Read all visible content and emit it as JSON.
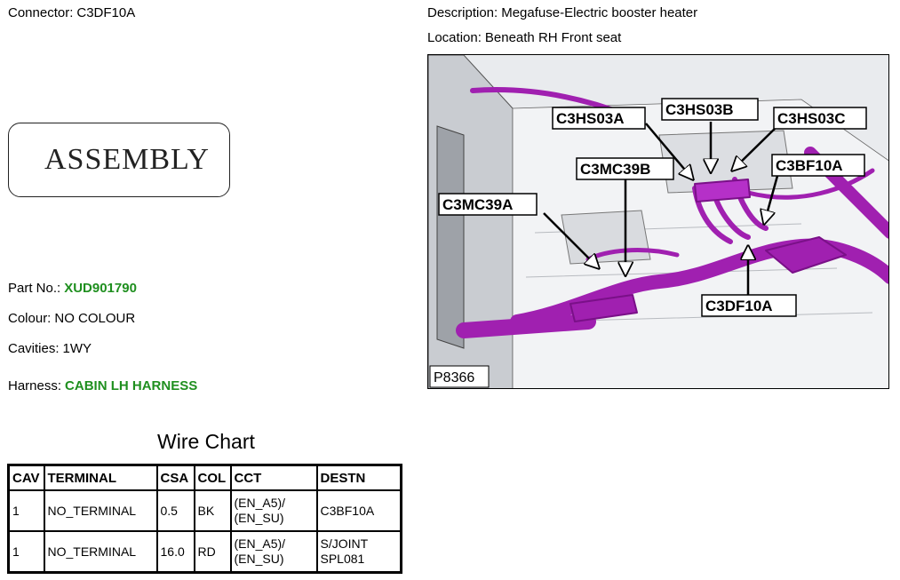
{
  "connector": {
    "label": "Connector:",
    "value": "C3DF10A"
  },
  "description": {
    "label": "Description:",
    "value": "Megafuse-Electric booster heater"
  },
  "location": {
    "label": "Location:",
    "value": "Beneath RH Front seat"
  },
  "assembly_stamp": "ASSEMBLY",
  "part_no": {
    "label": "Part No.:",
    "value": "XUD901790"
  },
  "colour": {
    "label": "Colour:",
    "value": "NO COLOUR"
  },
  "cavities": {
    "label": "Cavities:",
    "value": "1WY"
  },
  "harness": {
    "label": "Harness:",
    "value": "CABIN LH HARNESS"
  },
  "wire_chart": {
    "title": "Wire Chart",
    "headers": [
      "CAV",
      "TERMINAL",
      "CSA",
      "COL",
      "CCT",
      "DESTN"
    ],
    "rows": [
      {
        "cav": "1",
        "terminal": "NO_TERMINAL",
        "csa": "0.5",
        "col": "BK",
        "cct_line1": "(EN_A5)/",
        "cct_line2": "(EN_SU)",
        "destn_line1": "C3BF10A",
        "destn_line2": ""
      },
      {
        "cav": "1",
        "terminal": "NO_TERMINAL",
        "csa": "16.0",
        "col": "RD",
        "cct_line1": "(EN_A5)/",
        "cct_line2": "(EN_SU)",
        "destn_line1": "S/JOINT",
        "destn_line2": "SPL081"
      }
    ]
  },
  "figure": {
    "ref": "P8366",
    "callouts": {
      "c3hs03a": "C3HS03A",
      "c3hs03b": "C3HS03B",
      "c3hs03c": "C3HS03C",
      "c3mc39b": "C3MC39B",
      "c3bf10a": "C3BF10A",
      "c3mc39a": "C3MC39A",
      "c3df10a": "C3DF10A"
    },
    "harness_color": "#a020b0"
  }
}
